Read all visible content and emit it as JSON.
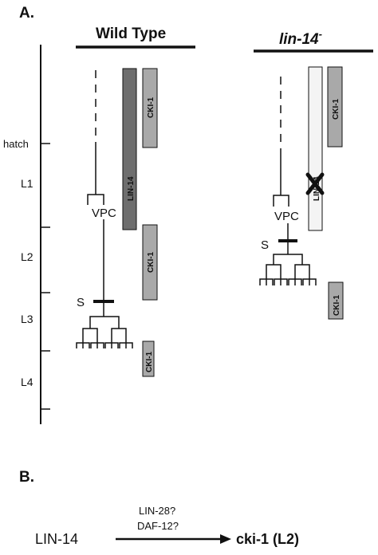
{
  "panel_a": {
    "label": "A.",
    "stage_axis": {
      "hatch": "hatch",
      "stages": [
        "L1",
        "L2",
        "L3",
        "L4"
      ]
    },
    "wild_type": {
      "title": "Wild Type",
      "vpc": "VPC",
      "s_phase": "S",
      "boxes": {
        "lin14": "LIN-14",
        "cki_early": "CKI-1",
        "cki_l2": "CKI-1",
        "cki_late": "CKI-1"
      }
    },
    "mutant": {
      "title": "lin-14",
      "title_superscript": "-",
      "vpc": "VPC",
      "s_phase": "S",
      "boxes": {
        "lin14": "LIN-14",
        "cki_early": "CKI-1",
        "cki_late": "CKI-1"
      }
    }
  },
  "panel_b": {
    "label": "B.",
    "source": "LIN-14",
    "intermediate_1": "LIN-28?",
    "intermediate_2": "DAF-12?",
    "target": "cki-1 (L2)"
  },
  "colors": {
    "lin14_fill": "#6e6e6e",
    "cki_fill": "#a9a9a9",
    "mutant_lin14_fill": "#f4f4f4",
    "line": "#111111"
  }
}
